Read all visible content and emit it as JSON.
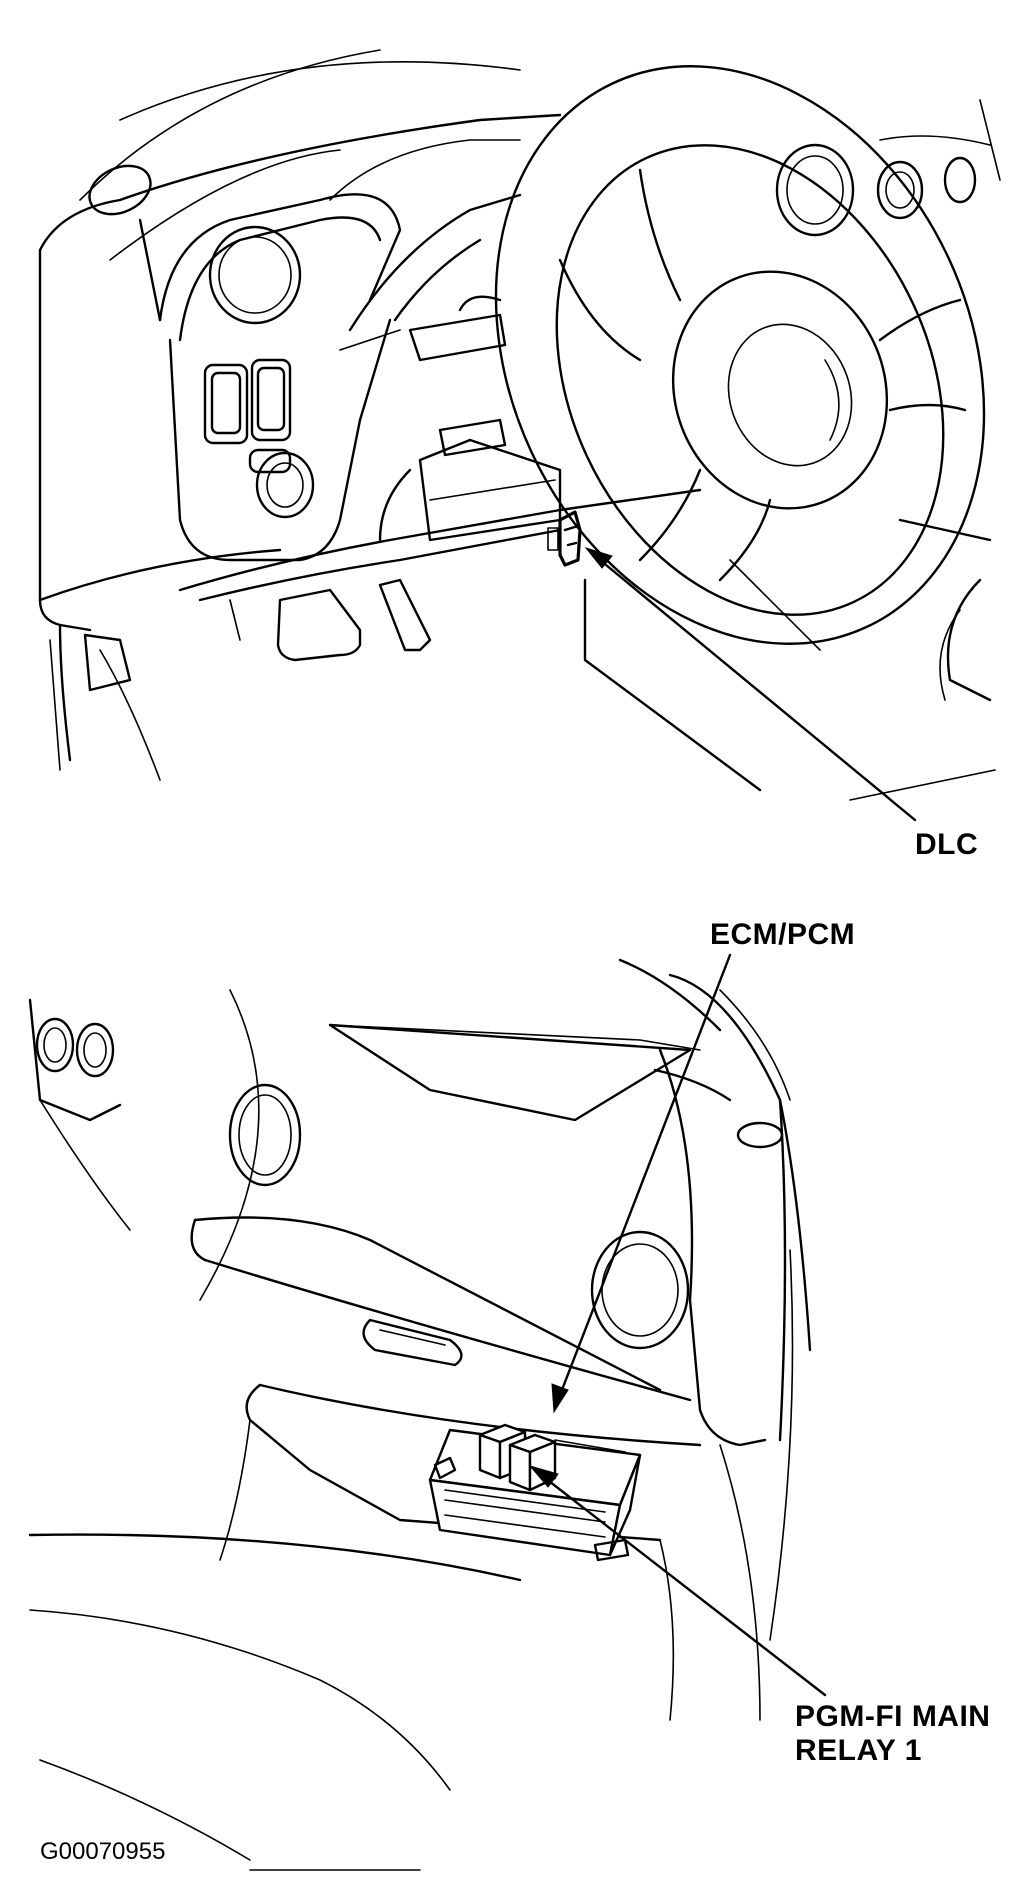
{
  "callouts": {
    "dlc": "DLC",
    "ecm_pcm": "ECM/PCM",
    "main_relay_line1": "PGM-FI MAIN",
    "main_relay_line2": "RELAY 1"
  },
  "figure_id": "G00070955",
  "colors": {
    "ink": "#000000",
    "paper": "#ffffff"
  }
}
